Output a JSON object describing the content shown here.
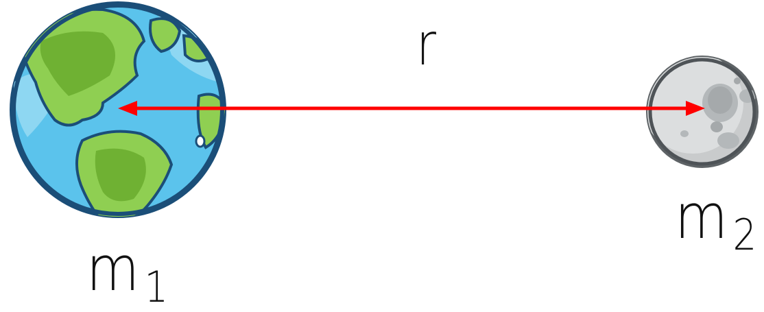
{
  "labels": {
    "distance": "r",
    "mass1_base": "m",
    "mass1_subscript": "1",
    "mass2_base": "m",
    "mass2_subscript": "2"
  },
  "icons": {
    "body1": "earth-icon",
    "body2": "moon-icon"
  },
  "colors": {
    "arrow": "#ff0000",
    "ocean": "#5bc3ec",
    "land": "#7dbf3c",
    "moon": "#c8cacb",
    "outline": "#1a3d5a"
  }
}
